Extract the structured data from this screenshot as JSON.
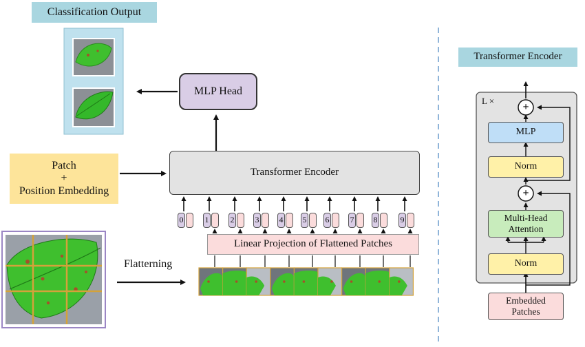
{
  "left_panel": {
    "classification_output_label": "Classification Output",
    "mlp_head_label": "MLP Head",
    "patch_embedding_label": "Patch\n+\nPosition Embedding",
    "transformer_encoder_label": "Transformer Encoder",
    "linear_projection_label": "Linear Projection of Flattened Patches",
    "flattening_label": "Flatterning",
    "patch_tokens": [
      "0",
      "1",
      "2",
      "3",
      "4",
      "5",
      "6",
      "7",
      "8",
      "9"
    ]
  },
  "right_panel": {
    "title": "Transformer Encoder",
    "repeat_label": "L ×",
    "mlp_label": "MLP",
    "norm_top_label": "Norm",
    "attention_label": "Multi-Head\nAttention",
    "norm_bottom_label": "Norm",
    "embedded_patches_label": "Embedded\nPatches",
    "add_symbol": "+"
  },
  "colors": {
    "output_label_bg": "#a9d6e0",
    "output_panel_bg": "#bfe1ee",
    "mlp_head_bg": "#d9cde6",
    "embedding_bg": "#fde49a",
    "encoder_bg": "#e3e3e3",
    "projection_bg": "#fbdcdc",
    "token_bg": "#d9cde6",
    "mlp_block_bg": "#bfdef7",
    "norm_bg": "#fff1a8",
    "attention_bg": "#c8ecbc",
    "embedded_patches_bg": "#fbdcdc",
    "leaf_green": "#3fbf2e",
    "grid_line": "#d4a23a",
    "divider": "#8fb4d9"
  }
}
